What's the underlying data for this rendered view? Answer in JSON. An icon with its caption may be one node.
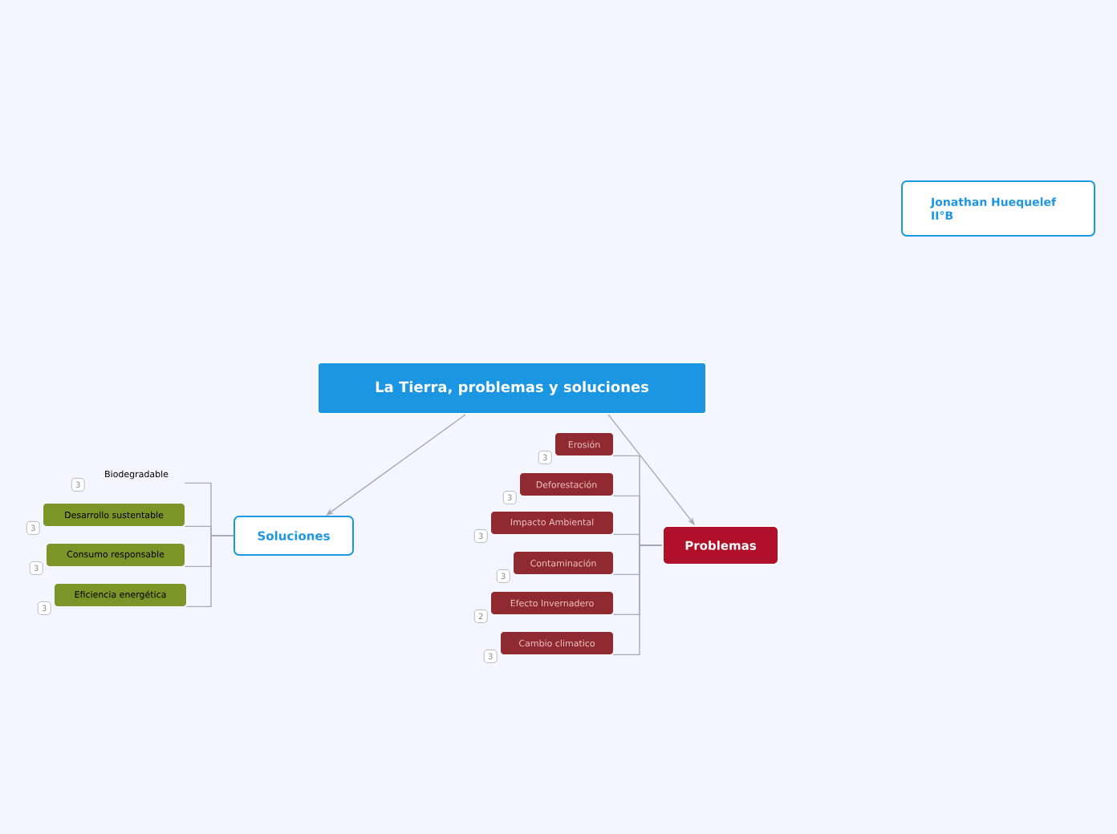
{
  "diagram": {
    "nodes": [
      {
        "text": [
          "La Tierra, problemas y soluciones"
        ]
      },
      {
        "text": [
          "Soluciones"
        ]
      },
      {
        "text": [
          "Problemas"
        ]
      },
      {
        "text": [
          "Jonathan Huequelef II°B"
        ]
      },
      {
        "text": [
          "Biodegradable"
        ],
        "beside": [
          "3"
        ]
      },
      {
        "text": [
          "Desarrollo sustentable"
        ],
        "beside": [
          "3"
        ]
      },
      {
        "text": [
          "Consumo responsable"
        ],
        "beside": [
          "3"
        ]
      },
      {
        "text": [
          "Eficiencia energética"
        ],
        "beside": [
          "3"
        ]
      },
      {
        "text": [
          "Erosión"
        ],
        "beside": [
          "3"
        ]
      },
      {
        "text": [
          "Deforestación"
        ],
        "beside": [
          "3"
        ]
      },
      {
        "text": [
          "Impacto Ambiental"
        ],
        "beside": [
          "3"
        ]
      },
      {
        "text": [
          "Contaminación"
        ],
        "beside": [
          "3"
        ]
      },
      {
        "text": [
          "Efecto Invernadero"
        ],
        "beside": [
          "2"
        ]
      },
      {
        "text": [
          "Cambio climatico"
        ],
        "beside": [
          "3"
        ]
      }
    ],
    "edges": [
      {
        "from": 0,
        "to": 1,
        "arrow": "to"
      },
      {
        "from": 0,
        "to": 2,
        "arrow": "to"
      },
      {
        "from": 1,
        "to": 4,
        "arrow": "none"
      },
      {
        "from": 1,
        "to": 5,
        "arrow": "none"
      },
      {
        "from": 1,
        "to": 6,
        "arrow": "none"
      },
      {
        "from": 1,
        "to": 7,
        "arrow": "none"
      },
      {
        "from": 2,
        "to": 8,
        "arrow": "none"
      },
      {
        "from": 2,
        "to": 9,
        "arrow": "none"
      },
      {
        "from": 2,
        "to": 10,
        "arrow": "none"
      },
      {
        "from": 2,
        "to": 11,
        "arrow": "none"
      },
      {
        "from": 2,
        "to": 12,
        "arrow": "none"
      },
      {
        "from": 2,
        "to": 13,
        "arrow": "none"
      }
    ]
  }
}
